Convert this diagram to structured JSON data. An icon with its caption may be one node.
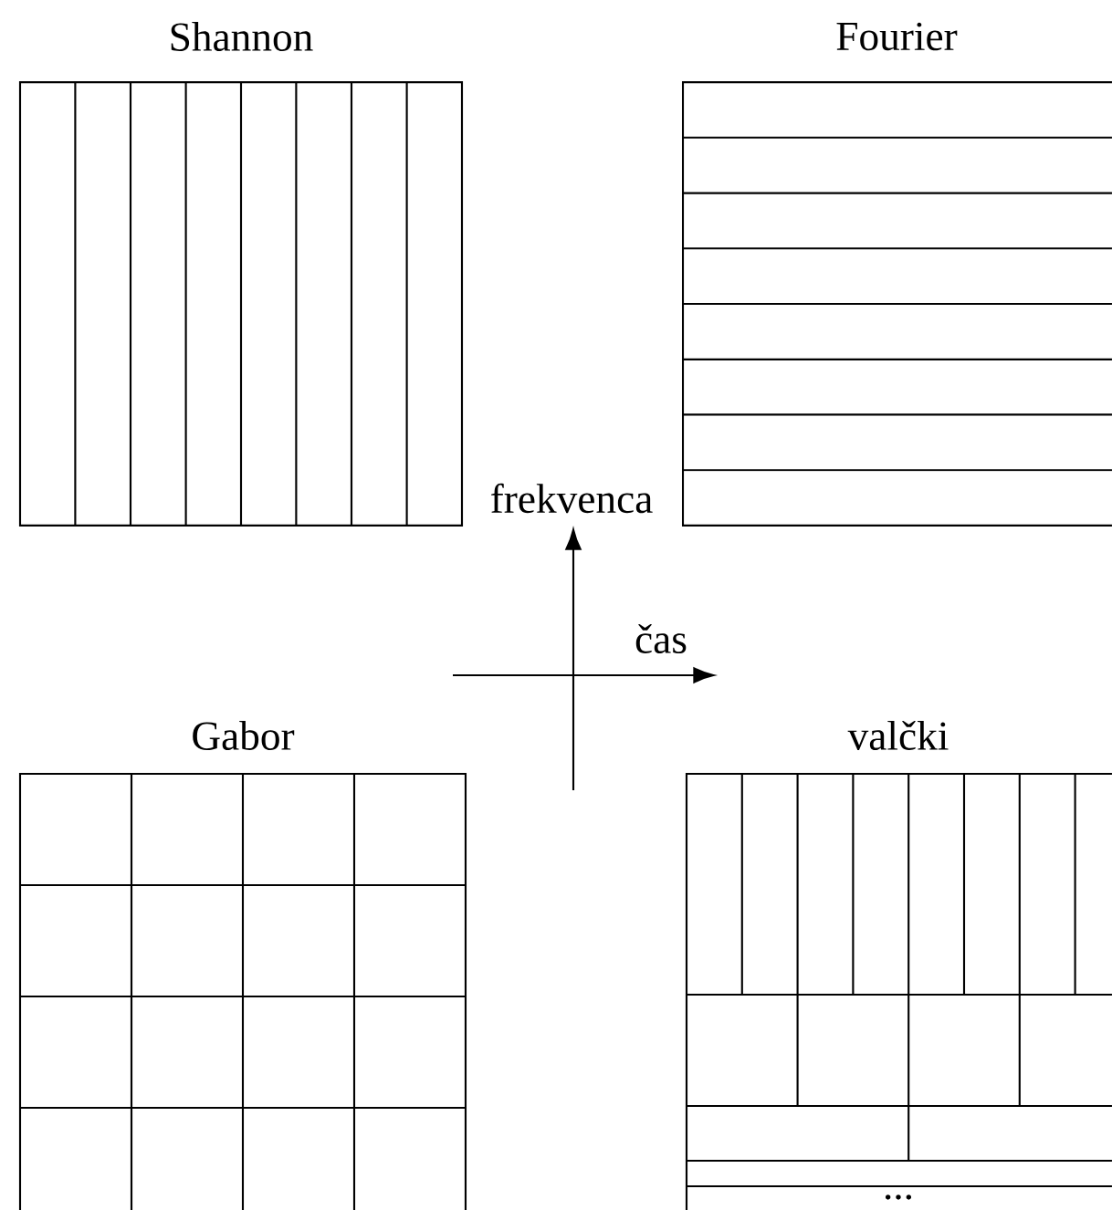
{
  "diagram": {
    "nodes": [
      {
        "text": [
          "Shannon"
        ]
      },
      {
        "text": [
          "Fourier"
        ]
      },
      {
        "text": [
          "Gabor"
        ]
      },
      {
        "text": [
          "valčki"
        ]
      }
    ],
    "labels": [
      "frekvenca",
      "čas",
      "..."
    ]
  }
}
